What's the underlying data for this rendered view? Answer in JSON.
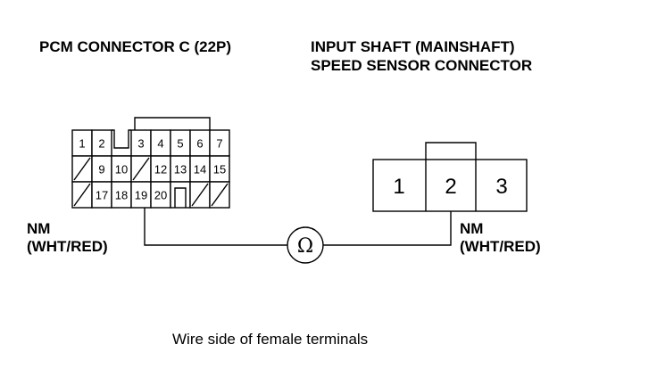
{
  "pcm_connector": {
    "title": "PCM CONNECTOR C (22P)",
    "row1": [
      {
        "label": "1",
        "state": "pin"
      },
      {
        "label": "2",
        "state": "pin"
      },
      {
        "label": "",
        "state": "key"
      },
      {
        "label": "3",
        "state": "pin"
      },
      {
        "label": "4",
        "state": "pin"
      },
      {
        "label": "5",
        "state": "pin"
      },
      {
        "label": "6",
        "state": "pin"
      },
      {
        "label": "7",
        "state": "pin"
      }
    ],
    "row2": [
      {
        "label": "",
        "state": "empty"
      },
      {
        "label": "9",
        "state": "pin"
      },
      {
        "label": "10",
        "state": "pin"
      },
      {
        "label": "",
        "state": "empty"
      },
      {
        "label": "12",
        "state": "pin"
      },
      {
        "label": "13",
        "state": "pin"
      },
      {
        "label": "14",
        "state": "pin"
      },
      {
        "label": "15",
        "state": "pin"
      }
    ],
    "row3": [
      {
        "label": "",
        "state": "empty"
      },
      {
        "label": "17",
        "state": "pin"
      },
      {
        "label": "18",
        "state": "pin"
      },
      {
        "label": "19",
        "state": "pin"
      },
      {
        "label": "20",
        "state": "pin"
      },
      {
        "label": "",
        "state": "key"
      },
      {
        "label": "",
        "state": "empty"
      },
      {
        "label": "",
        "state": "empty"
      }
    ]
  },
  "sensor_connector": {
    "title_line1": "INPUT SHAFT (MAINSHAFT)",
    "title_line2": "SPEED SENSOR CONNECTOR",
    "pins": [
      "1",
      "2",
      "3"
    ]
  },
  "wires": {
    "left": {
      "name": "NM",
      "color": "(WHT/RED)"
    },
    "right": {
      "name": "NM",
      "color": "(WHT/RED)"
    }
  },
  "meter": {
    "symbol": "Ω"
  },
  "caption": "Wire side of female terminals"
}
